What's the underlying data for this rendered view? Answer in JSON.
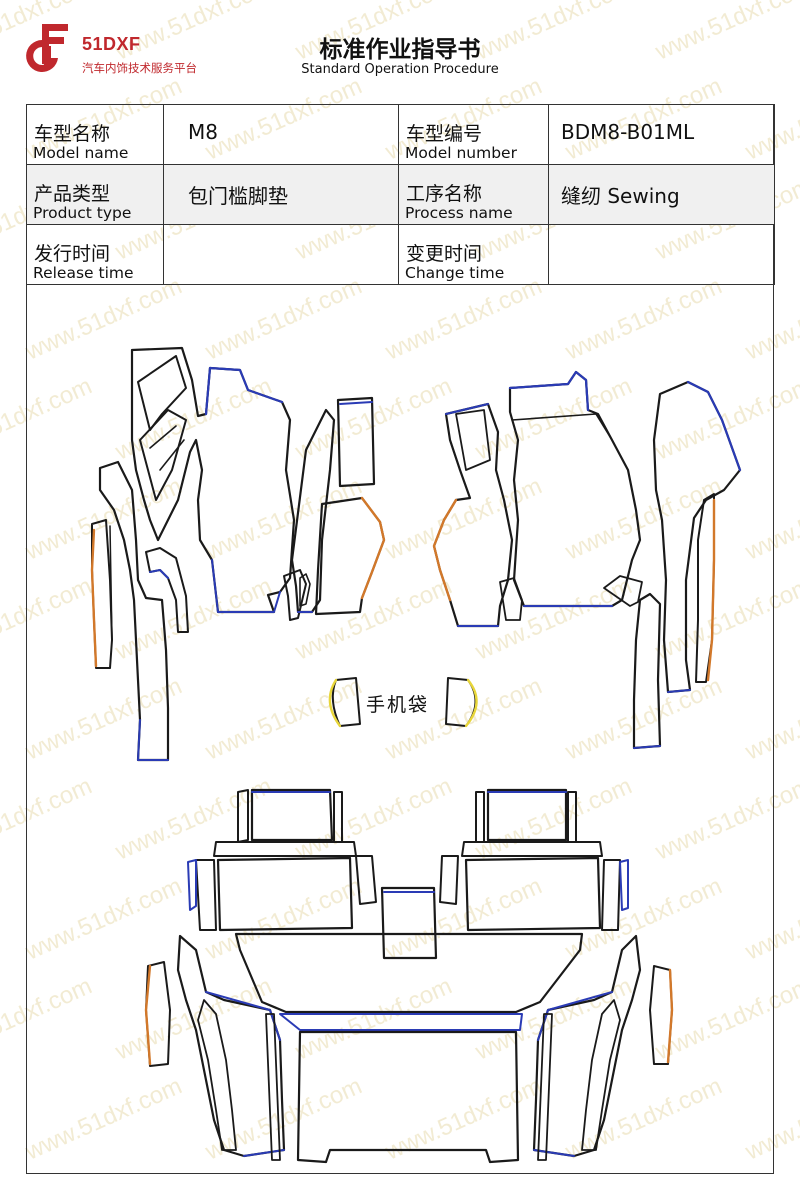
{
  "header": {
    "logo_text": "51DXF",
    "logo_subtitle": "汽车内饰技术服务平台",
    "title": "标准作业指导书",
    "subtitle": "Standard Operation Procedure"
  },
  "info_table": {
    "model_name_label_cn": "车型名称",
    "model_name_label_en": "Model name",
    "model_name_value": "M8",
    "model_number_label_cn": "车型编号",
    "model_number_label_en": "Model number",
    "model_number_value": "BDM8-B01ML",
    "product_type_label_cn": "产品类型",
    "product_type_label_en": "Product type",
    "product_type_value": "包门槛脚垫",
    "process_name_label_cn": "工序名称",
    "process_name_label_en": "Process name",
    "process_name_value": "缝纫 Sewing",
    "release_time_label_cn": "发行时间",
    "release_time_label_en": "Release time",
    "release_time_value": "",
    "change_time_label_cn": "变更时间",
    "change_time_label_en": "Change time",
    "change_time_value": ""
  },
  "drawing": {
    "phone_pocket_label": "手机袋",
    "colors": {
      "outline": "#1a1a1a",
      "blue_edge": "#2a3bb5",
      "orange_edge": "#d2782a",
      "yellow_edge": "#e8d63a"
    }
  },
  "watermark": {
    "text": "www.51dxf.com",
    "color": "#e6e0bf"
  },
  "logo_color": "#c0282d"
}
